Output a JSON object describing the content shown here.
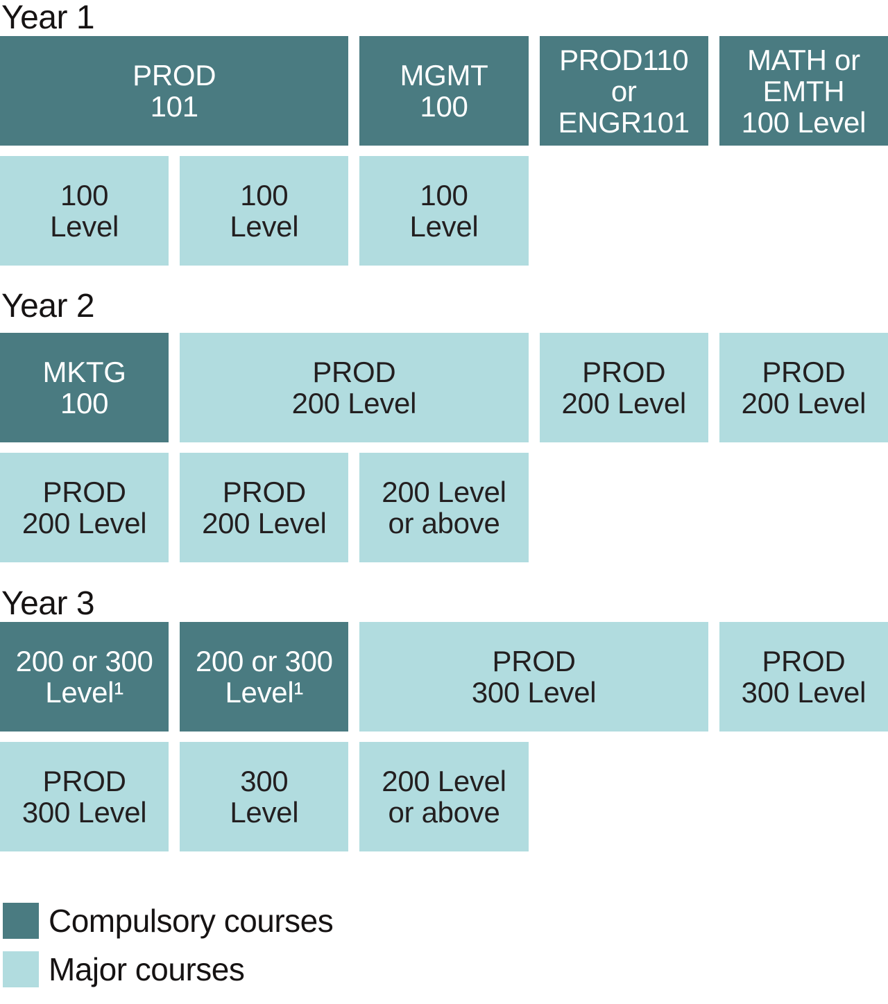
{
  "colors": {
    "compulsory": "#4a7b81",
    "major": "#b1dcdf",
    "text_on_compulsory": "#ffffff",
    "text_on_major": "#231f20",
    "background": "#ffffff"
  },
  "years": [
    {
      "label": "Year 1",
      "rows": [
        {
          "boxes": [
            {
              "lines": [
                "PROD",
                "101"
              ],
              "type": "compulsory",
              "span": 2
            },
            {
              "lines": [
                "MGMT",
                "100"
              ],
              "type": "compulsory",
              "span": 1
            },
            {
              "lines": [
                "PROD110",
                "or",
                "ENGR101"
              ],
              "type": "compulsory",
              "span": 1
            },
            {
              "lines": [
                "MATH or",
                "EMTH",
                "100 Level"
              ],
              "type": "compulsory",
              "span": 1
            }
          ]
        },
        {
          "boxes": [
            {
              "lines": [
                "100",
                "Level"
              ],
              "type": "major",
              "span": 1
            },
            {
              "lines": [
                "100",
                "Level"
              ],
              "type": "major",
              "span": 1
            },
            {
              "lines": [
                "100",
                "Level"
              ],
              "type": "major",
              "span": 1
            }
          ]
        }
      ]
    },
    {
      "label": "Year 2",
      "rows": [
        {
          "boxes": [
            {
              "lines": [
                "MKTG",
                "100"
              ],
              "type": "compulsory",
              "span": 1
            },
            {
              "lines": [
                "PROD",
                "200 Level"
              ],
              "type": "major",
              "span": 2
            },
            {
              "lines": [
                "PROD",
                "200 Level"
              ],
              "type": "major",
              "span": 1
            },
            {
              "lines": [
                "PROD",
                "200 Level"
              ],
              "type": "major",
              "span": 1
            }
          ]
        },
        {
          "boxes": [
            {
              "lines": [
                "PROD",
                "200 Level"
              ],
              "type": "major",
              "span": 1
            },
            {
              "lines": [
                "PROD",
                "200 Level"
              ],
              "type": "major",
              "span": 1
            },
            {
              "lines": [
                "200 Level",
                "or above"
              ],
              "type": "major",
              "span": 1
            }
          ]
        }
      ]
    },
    {
      "label": "Year 3",
      "rows": [
        {
          "boxes": [
            {
              "lines": [
                "200 or 300",
                "Level¹"
              ],
              "type": "compulsory",
              "span": 1
            },
            {
              "lines": [
                "200 or 300",
                "Level¹"
              ],
              "type": "compulsory",
              "span": 1
            },
            {
              "lines": [
                "PROD",
                "300 Level"
              ],
              "type": "major",
              "span": 2
            },
            {
              "lines": [
                "PROD",
                "300 Level"
              ],
              "type": "major",
              "span": 1
            }
          ]
        },
        {
          "boxes": [
            {
              "lines": [
                "PROD",
                "300 Level"
              ],
              "type": "major",
              "span": 1
            },
            {
              "lines": [
                "300",
                "Level"
              ],
              "type": "major",
              "span": 1
            },
            {
              "lines": [
                "200 Level",
                "or above"
              ],
              "type": "major",
              "span": 1
            }
          ]
        }
      ]
    }
  ],
  "legend": [
    {
      "label": "Compulsory courses",
      "type": "compulsory"
    },
    {
      "label": "Major courses",
      "type": "major"
    }
  ]
}
